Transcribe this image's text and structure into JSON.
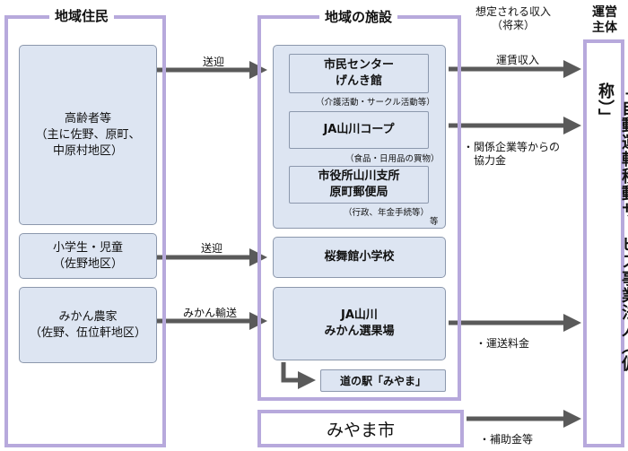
{
  "residents": {
    "title": "地域住民",
    "elderly": "高齢者等\n（主に佐野、原町、\n中原村地区）",
    "students": "小学生・児童\n（佐野地区）",
    "farmers": "みかん農家\n（佐野、伍位軒地区）"
  },
  "facilities": {
    "title": "地域の施設",
    "center": "市民センター\nげんき館",
    "center_note": "（介護活動・サークル活動等）",
    "coop": "JA山川コープ",
    "coop_note": "（食品・日用品の買物）",
    "office": "市役所山川支所\n原町郵便局",
    "office_note": "（行政、年金手続等）",
    "etc": "等",
    "school": "桜舞館小学校",
    "sorting": "JA山川\nみかん選果場",
    "michinoeki": "道の駅「みやま」"
  },
  "city": "みやま市",
  "arrows": {
    "pickup1": "送迎",
    "pickup2": "送迎",
    "mikan_transport": "みかん輸送"
  },
  "income": {
    "title": "想定される収入\n（将来）",
    "fare": "運賃収入",
    "sponsor": "・関係企業等からの\n　協力金",
    "shipping": "・運送料金",
    "subsidy": "・補助金等"
  },
  "operator": {
    "title": "運営\n主体",
    "name": "「自動運転移動サービス事業法人（仮称）」"
  },
  "colors": {
    "frame": "#b7a9dc",
    "box_fill": "#dde5f2",
    "arrow": "#5a5a5a"
  }
}
